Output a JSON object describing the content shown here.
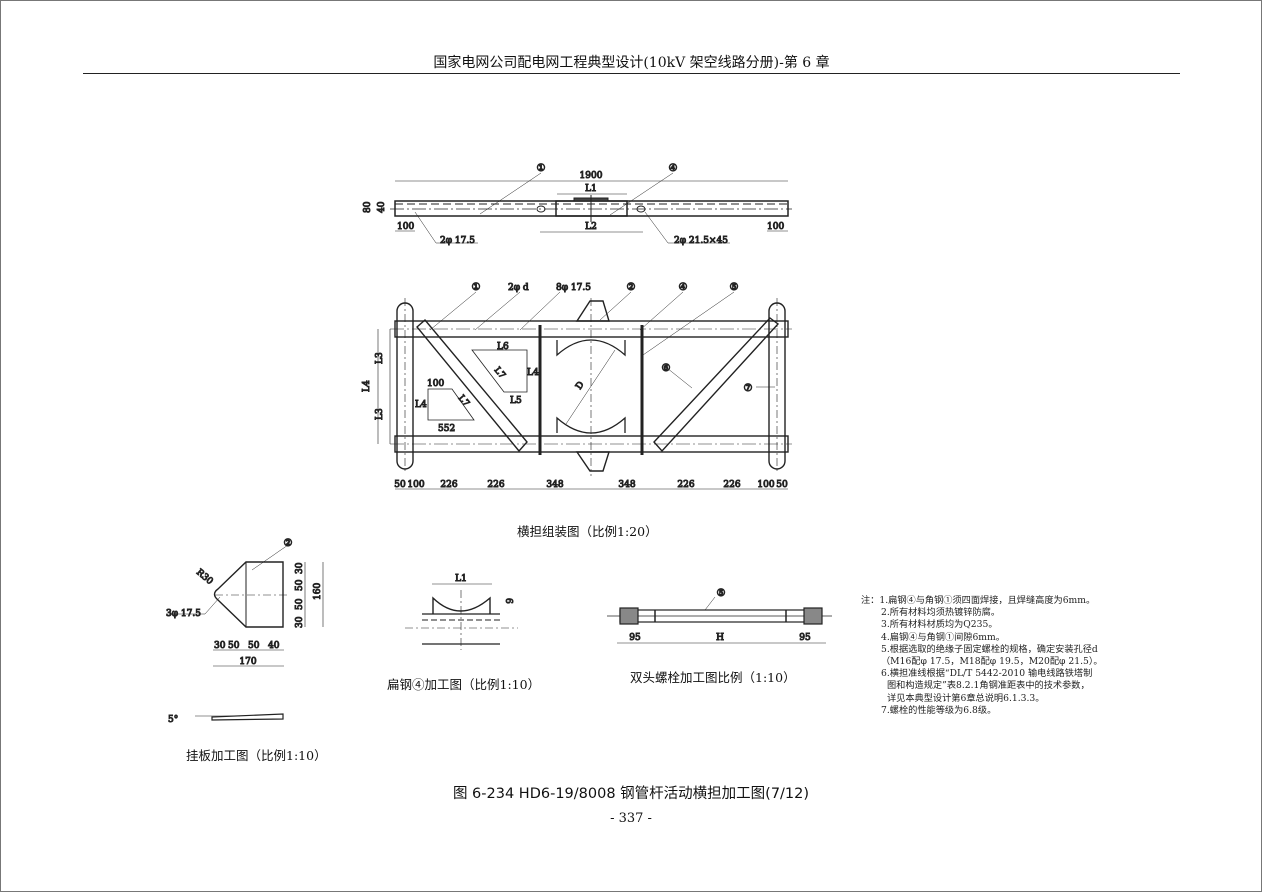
{
  "header": {
    "title": "国家电网公司配电网工程典型设计(10kV 架空线路分册)-第 6 章"
  },
  "top_view": {
    "labels": {
      "part1": "①",
      "part4": "④",
      "total": "1900",
      "l1": "L1",
      "l2": "L2",
      "h80": "80",
      "h40": "40",
      "left100": "100",
      "right100": "100",
      "hole_a": "2φ 17.5",
      "hole_b": "2φ 21.5×45"
    }
  },
  "assembly": {
    "labels": {
      "p1": "①",
      "holes_d": "2φ d",
      "holes_8": "8φ 17.5",
      "p2": "②",
      "p4": "④",
      "p5": "⑤",
      "p6": "⑥",
      "p7": "⑦",
      "l3a": "L3",
      "l3b": "L3",
      "l4": "L4",
      "l6": "L6",
      "l7a": "L7",
      "l4b": "L4",
      "l5": "L5",
      "d": "D",
      "w100": "100",
      "l4c": "L4",
      "l7b": "L7",
      "w552": "552"
    },
    "dims": [
      "50",
      "100",
      "226",
      "226",
      "348",
      "348",
      "226",
      "226",
      "100",
      "50"
    ],
    "caption": "横担组装图（比例1:20）"
  },
  "hanger_plate": {
    "labels": {
      "p2": "②",
      "r30": "R30",
      "holes": "3φ 17.5",
      "v30a": "30",
      "v50a": "50",
      "v50b": "50",
      "v30b": "30",
      "v160": "160",
      "h30": "30",
      "h50a": "50",
      "h50b": "50",
      "h40": "40",
      "h170": "170",
      "angle": "5°"
    },
    "caption": "挂板加工图（比例1:10）"
  },
  "flat_steel": {
    "labels": {
      "l1": "L1",
      "t6": "6"
    },
    "caption": "扁钢④加工图（比例1:10）"
  },
  "stud_bolt": {
    "labels": {
      "p5": "⑤",
      "left95": "95",
      "h": "H",
      "right95": "95"
    },
    "caption": "双头螺栓加工图比例（1:10）"
  },
  "notes": {
    "prefix": "注：",
    "items": [
      "1.扁钢④与角钢①须四面焊接，且焊缝高度为6mm。",
      "2.所有材料均须热镀锌防腐。",
      "3.所有材料材质均为Q235。",
      "4.扁钢④与角钢①间隙6mm。",
      "5.根据选取的绝缘子固定螺栓的规格，确定安装孔径d",
      "（M16配φ 17.5，M18配φ 19.5，M20配φ 21.5）。",
      "6.横担准线根据“DL/T 5442-2010 输电线路铁塔制",
      "图和构造规定”表8.2.1角钢准距表中的技术参数，",
      "详见本典型设计第6章总说明6.1.3.3。",
      "7.螺栓的性能等级为6.8级。"
    ]
  },
  "figure_caption": "图 6-234   HD6-19/8008 钢管杆活动横担加工图(7/12)",
  "page_number": "- 337 -"
}
